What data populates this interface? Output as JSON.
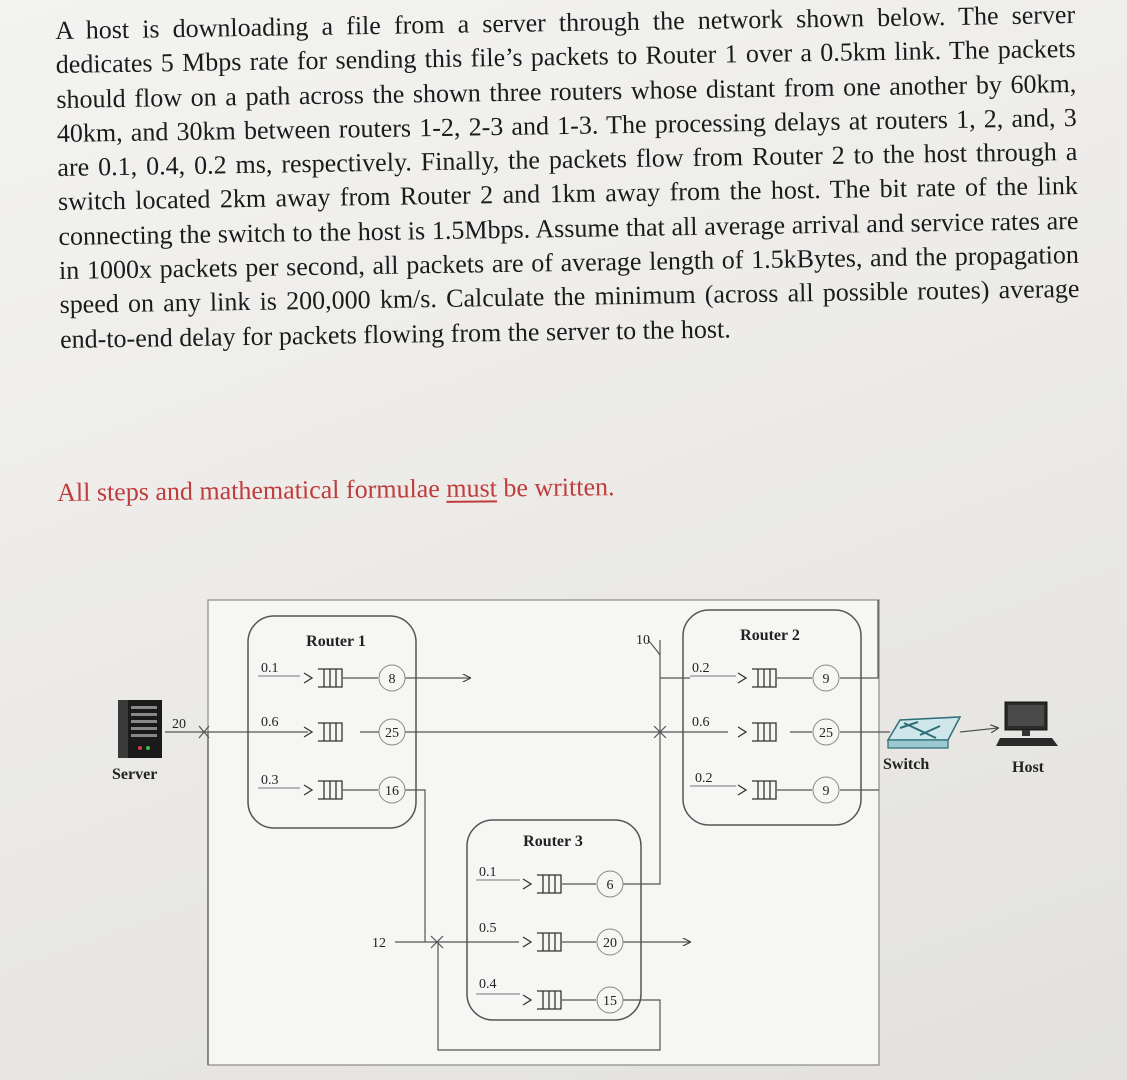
{
  "question": {
    "text": "A host is downloading a file from a server through the network shown below. The server dedicates 5 Mbps rate for sending this file’s packets to Router 1 over a 0.5km link. The packets should flow on a path across the shown three routers whose distant from one another by 60km, 40km, and 30km between routers 1-2, 2-3 and 1-3. The processing delays at routers 1, 2, and, 3 are 0.1, 0.4, 0.2 ms, respectively. Finally, the packets flow from Router 2 to the host through a switch located 2km away from Router 2 and 1km away from the host. The bit rate of the link connecting the switch to the host is 1.5Mbps. Assume that all average arrival and service rates are in 1000x packets per second, all packets are of average length of 1.5kBytes, and the propagation speed on any link is 200,000 km/s. Calculate the minimum (across all possible routes) average end-to-end delay for packets flowing from the server to the host."
  },
  "note": {
    "before": "All steps and mathematical formulae ",
    "emphasis": "must",
    "after": " be written."
  },
  "diagram": {
    "server_label": "Server",
    "server_rate": "20",
    "host_label": "Host",
    "switch_label": "Switch",
    "router1": {
      "label": "Router 1",
      "queues": [
        {
          "arrival": "0.1",
          "service": "8"
        },
        {
          "arrival": "0.6",
          "service": "25"
        },
        {
          "arrival": "0.3",
          "service": "16"
        }
      ]
    },
    "router2": {
      "label": "Router 2",
      "queues": [
        {
          "arrival": "0.2",
          "service": "9"
        },
        {
          "arrival": "0.6",
          "service": "25"
        },
        {
          "arrival": "0.2",
          "service": "9"
        }
      ]
    },
    "router3": {
      "label": "Router 3",
      "queues": [
        {
          "arrival": "0.1",
          "service": "6"
        },
        {
          "arrival": "0.5",
          "service": "20"
        },
        {
          "arrival": "0.4",
          "service": "15"
        }
      ]
    },
    "external_rate_r2": "10",
    "external_rate_r3": "12"
  }
}
